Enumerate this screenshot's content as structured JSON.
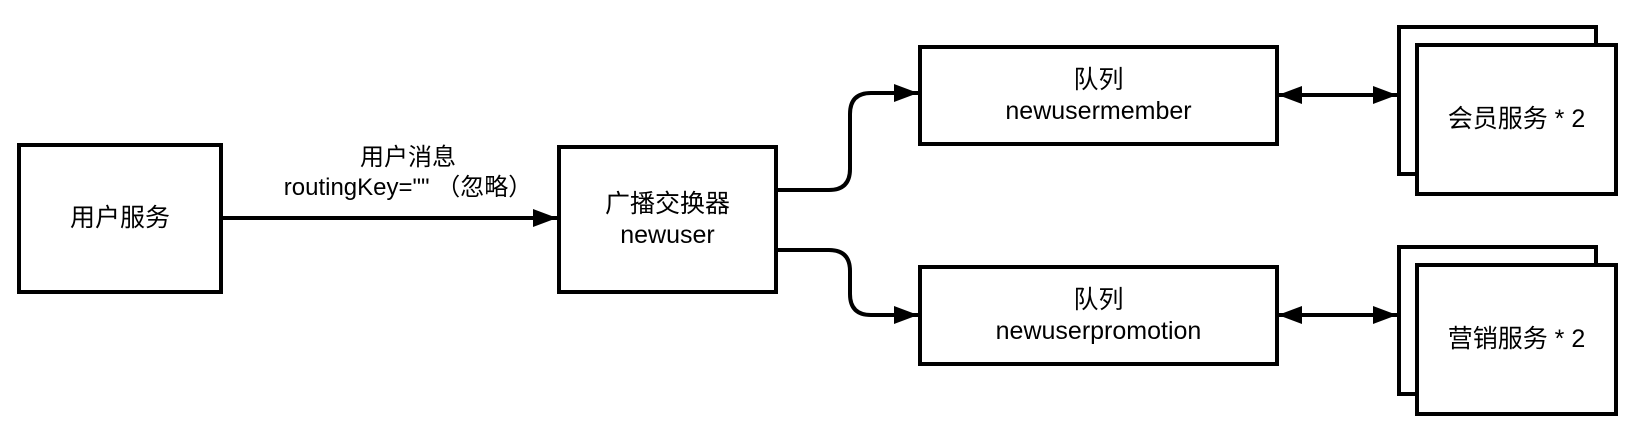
{
  "colors": {
    "background": "#ffffff",
    "line": "#000000",
    "text": "#000000"
  },
  "nodes": {
    "user_service": {
      "label": "用户服务"
    },
    "exchange": {
      "line1": "广播交换器",
      "line2": "newuser"
    },
    "queue_member": {
      "line1": "队列",
      "line2": "newusermember"
    },
    "queue_promotion": {
      "line1": "队列",
      "line2": "newuserpromotion"
    },
    "member_service": {
      "label": "会员服务 * 2"
    },
    "promotion_service": {
      "label": "营销服务 * 2"
    }
  },
  "edges": {
    "publish_label_line1": "用户消息",
    "publish_label_line2": "routingKey=\"\" （忽略）"
  }
}
